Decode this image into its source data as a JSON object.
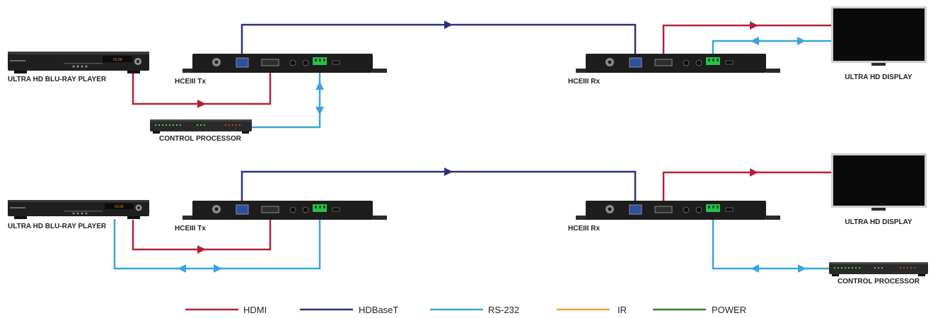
{
  "colors": {
    "hdmi": "#b22234",
    "hdbaset": "#2b2f7e",
    "rs232": "#3aa4dc",
    "ir": "#e8a33a",
    "power": "#3a7a3a",
    "device_body": "#1d1d1d",
    "rj45_port": "#2f4fa0",
    "terminal_block": "#2bbf4a",
    "led_green": "#4ed04e",
    "led_red": "#d03a2e",
    "display_screen": "#0a0a0a"
  },
  "diagram_top": {
    "blu_ray_label": "ULTRA HD BLU-RAY PLAYER",
    "tx_label": "HCEIII Tx",
    "rx_label": "HCEIII Rx",
    "display_label": "ULTRA HD DISPLAY",
    "control_processor_label": "CONTROL PROCESSOR",
    "blu_ray_display": "01:00"
  },
  "diagram_bottom": {
    "blu_ray_label": "ULTRA HD BLU-RAY PLAYER",
    "tx_label": "HCEIII Tx",
    "rx_label": "HCEIII Rx",
    "display_label": "ULTRA HD DISPLAY",
    "control_processor_label": "CONTROL PROCESSOR",
    "blu_ray_display": "01:00"
  },
  "legend": [
    {
      "label": "HDMI",
      "color": "#b22234"
    },
    {
      "label": "HDBaseT",
      "color": "#2b2f7e"
    },
    {
      "label": "RS-232",
      "color": "#3aa4dc"
    },
    {
      "label": "IR",
      "color": "#e8a33a"
    },
    {
      "label": "POWER",
      "color": "#3a7a3a"
    }
  ]
}
